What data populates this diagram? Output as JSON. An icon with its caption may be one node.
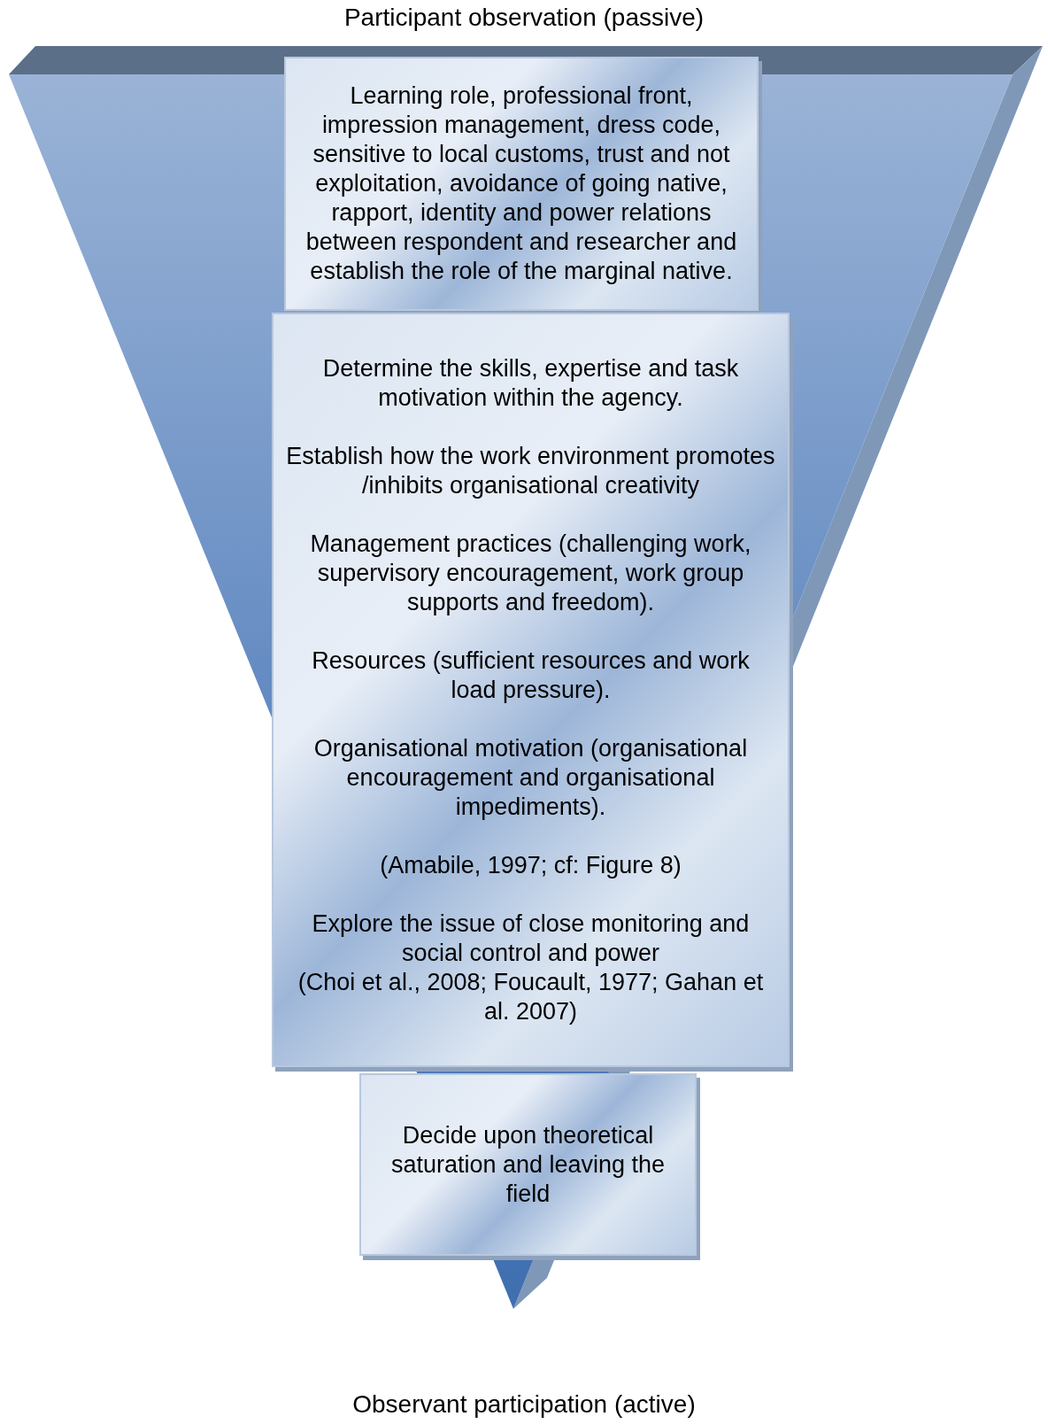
{
  "diagram": {
    "nodes": [
      {
        "text": [
          "Learning role, professional front, impression management, dress code, sensitive to local customs, trust and not exploitation, avoidance of going native, rapport, identity and power relations between respondent and researcher and establish the role of the marginal native."
        ]
      },
      {
        "text": [
          "Determine the skills, expertise and task motivation within the agency.",
          "Establish how the work environment promotes /inhibits organisational creativity",
          "Management practices (challenging work, supervisory encouragement, work group supports and freedom).",
          "Resources (sufficient resources and work load pressure).",
          "Organisational motivation (organisational encouragement and organisational impediments).",
          "(Amabile, 1997; cf: Figure 8)",
          "Explore the issue of close monitoring and social control and power",
          "(Choi et al., 2008; Foucault, 1977; Gahan et al. 2007)"
        ]
      },
      {
        "text": [
          "Decide upon theoretical saturation and leaving the field"
        ]
      }
    ],
    "labels": [
      "Participant observation (passive)",
      "Observant participation (active)"
    ]
  }
}
